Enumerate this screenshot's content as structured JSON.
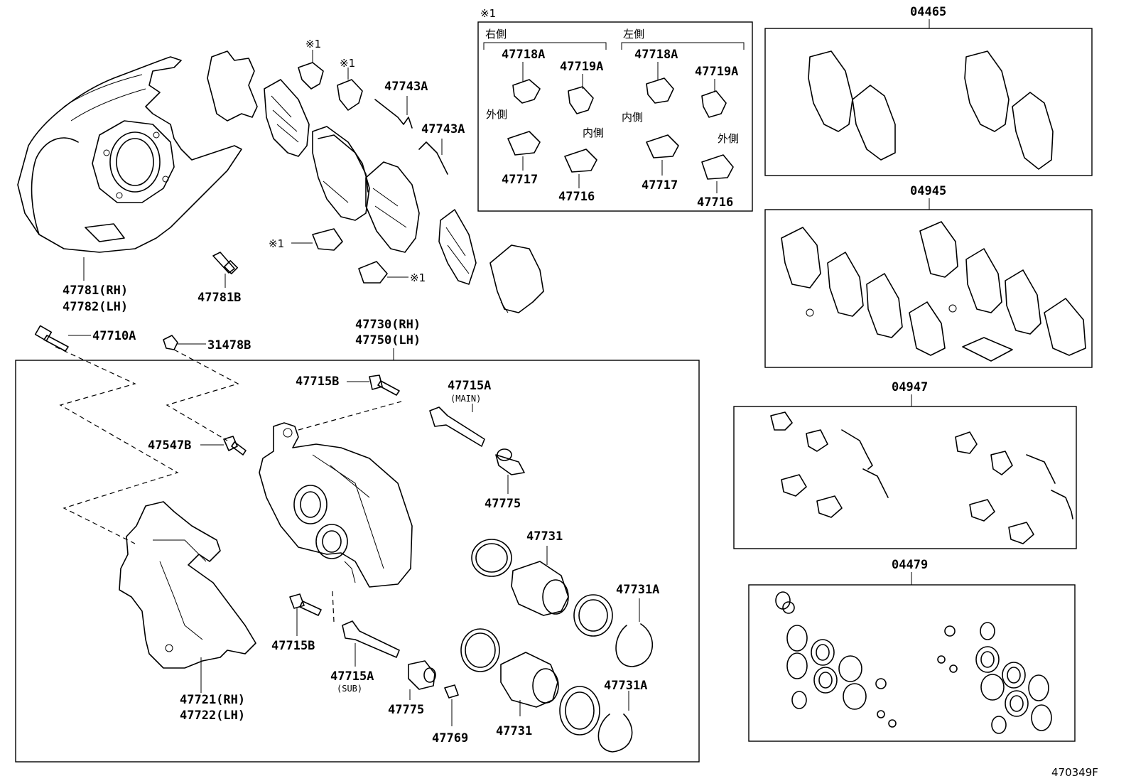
{
  "labels": {
    "p47781": "47781(RH)",
    "p47782": "47782(LH)",
    "p47781b": "47781B",
    "p47743a_1": "47743A",
    "p47743a_2": "47743A",
    "ref1_a": "※1",
    "ref1_b": "※1",
    "ref1_c": "※1",
    "ref1_d": "※1",
    "p47710a": "47710A",
    "p31478b": "31478B",
    "p47730": "47730(RH)",
    "p47750": "47750(LH)",
    "p47715b_top": "47715B",
    "p47715a_top": "47715A",
    "main": "(MAIN)",
    "p47547b": "47547B",
    "p47775_top": "47775",
    "p47731_top": "47731",
    "p47731a_top": "47731A",
    "p47715b_bot": "47715B",
    "p47715a_bot": "47715A",
    "sub": "(SUB)",
    "p47775_bot": "47775",
    "p47769": "47769",
    "p47731_bot": "47731",
    "p47731a_bot": "47731A",
    "p47721": "47721(RH)",
    "p47722": "47722(LH)",
    "diagram_code": "470349F"
  },
  "inset": {
    "ref": "※1",
    "right_side": "右側",
    "left_side": "左側",
    "r_47718a": "47718A",
    "r_47719a": "47719A",
    "r_outer": "外側",
    "r_inner": "内側",
    "r_47717": "47717",
    "r_47716": "47716",
    "l_47718a": "47718A",
    "l_47719a": "47719A",
    "l_inner": "内側",
    "l_outer": "外側",
    "l_47717": "47717",
    "l_47716": "47716"
  },
  "kits": {
    "k04465": "04465",
    "k04945": "04945",
    "k04947": "04947",
    "k04479": "04479"
  }
}
